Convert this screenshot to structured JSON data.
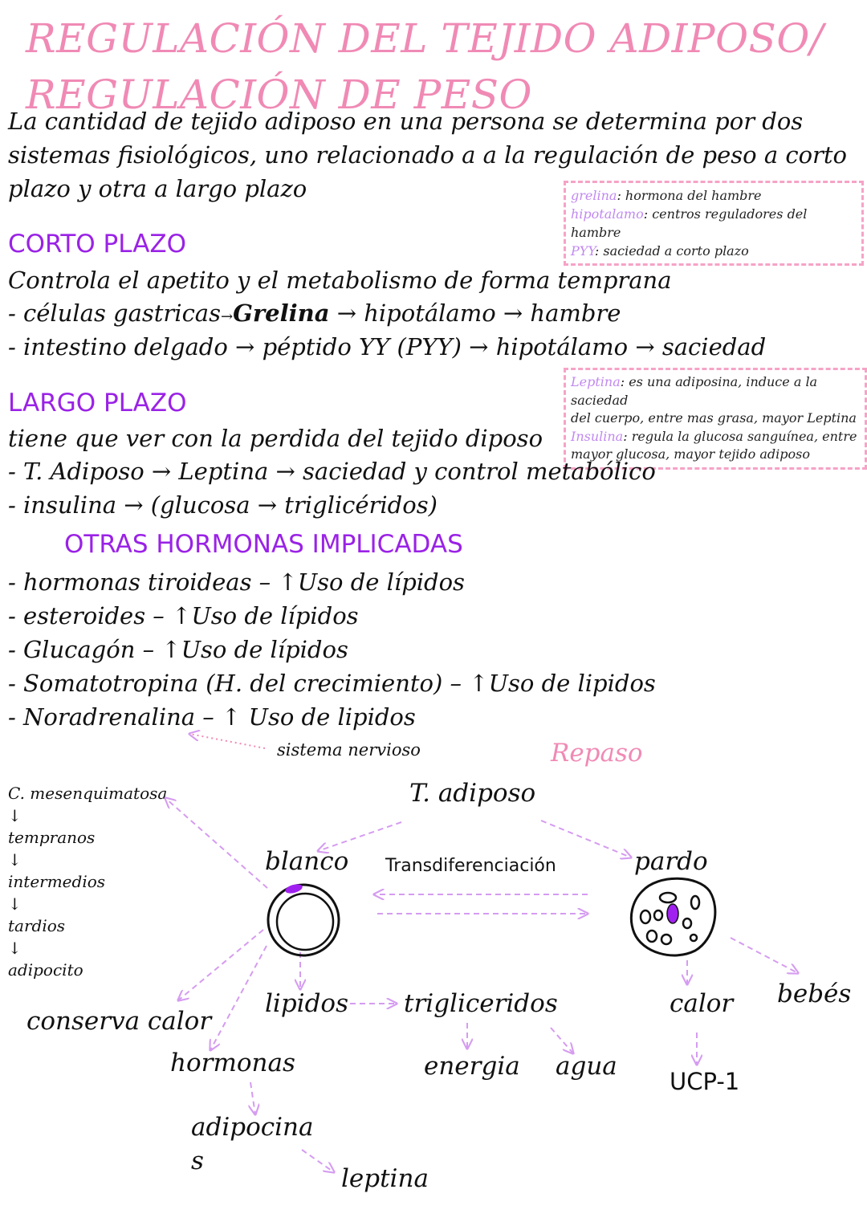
{
  "title": {
    "line1": "REGULACIÓN DEL TEJIDO ADIPOSO/",
    "line2": "REGULACIÓN DE PESO"
  },
  "intro": [
    "La cantidad de tejido adiposo en una persona se determina por dos",
    "sistemas fisiológicos, uno relacionado a a la regulación de peso a corto",
    "plazo y otra a largo plazo"
  ],
  "note1": [
    {
      "key": "grelina",
      "text": ": hormona del hambre"
    },
    {
      "key": "hipotalamo",
      "text": ": centros reguladores del hambre"
    },
    {
      "key": "PYY",
      "text": ": saciedad a corto plazo"
    }
  ],
  "corto": {
    "heading": "CORTO PLAZO",
    "desc": "Controla el apetito y el metabolismo de forma temprana",
    "line1_a": "- células gastricas",
    "line1_arrow": "→",
    "line1_bold": "Grelina",
    "line1_b": " → hipotálamo → hambre",
    "line2": "- intestino delgado → péptido YY (PYY) → hipotálamo → saciedad"
  },
  "note2": {
    "k1": "Leptina",
    "t1": ": es una adiposina, induce a la saciedad",
    "t1b": "del cuerpo, entre mas grasa, mayor Leptina",
    "k2": "Insulina",
    "t2": ": regula la glucosa sanguínea, entre",
    "t2b": "mayor glucosa, mayor tejido adiposo"
  },
  "largo": {
    "heading": "LARGO PLAZO",
    "desc": "tiene que ver con la perdida del tejido diposo",
    "line1": "- T. Adiposo → Leptina → saciedad y control metabólico",
    "line2": "- insulina → (glucosa → triglicéridos)"
  },
  "otras": {
    "heading": "OTRAS HORMONAS IMPLICADAS",
    "items": [
      "- hormonas tiroideas – ↑Uso de lípidos",
      "- esteroides – ↑Uso de lípidos",
      "- Glucagón – ↑Uso de lípidos",
      "- Somatotropina (H. del crecimiento) – ↑Uso de lipidos",
      "- Noradrenalina – ↑ Uso de lipidos"
    ],
    "sistema": "sistema nervioso"
  },
  "repaso": {
    "label": "Repaso",
    "lineage": [
      "C. mesenquimatosa",
      "↓",
      "tempranos",
      "↓",
      "intermedios",
      "↓",
      "tardios",
      "↓",
      "adipocito"
    ],
    "t_adiposo": "T. adiposo",
    "blanco": "blanco",
    "pardo": "pardo",
    "transdif": "Transdiferenciación",
    "lipidos": "lipidos",
    "trigliceridos": "trigliceridos",
    "energia": "energia",
    "agua": "agua",
    "calor": "calor",
    "bebes": "bebés",
    "ucp": "UCP-1",
    "conserva": "conserva calor",
    "hormonas": "hormonas",
    "adipocina_1": "adipocina",
    "adipocina_2": "s",
    "leptina": "leptina"
  },
  "colors": {
    "title": "#f08ab5",
    "heading": "#9a22e6",
    "arrow": "#d59cf0",
    "note_border": "#f6a3c7",
    "nucleus": "#a020f0"
  }
}
